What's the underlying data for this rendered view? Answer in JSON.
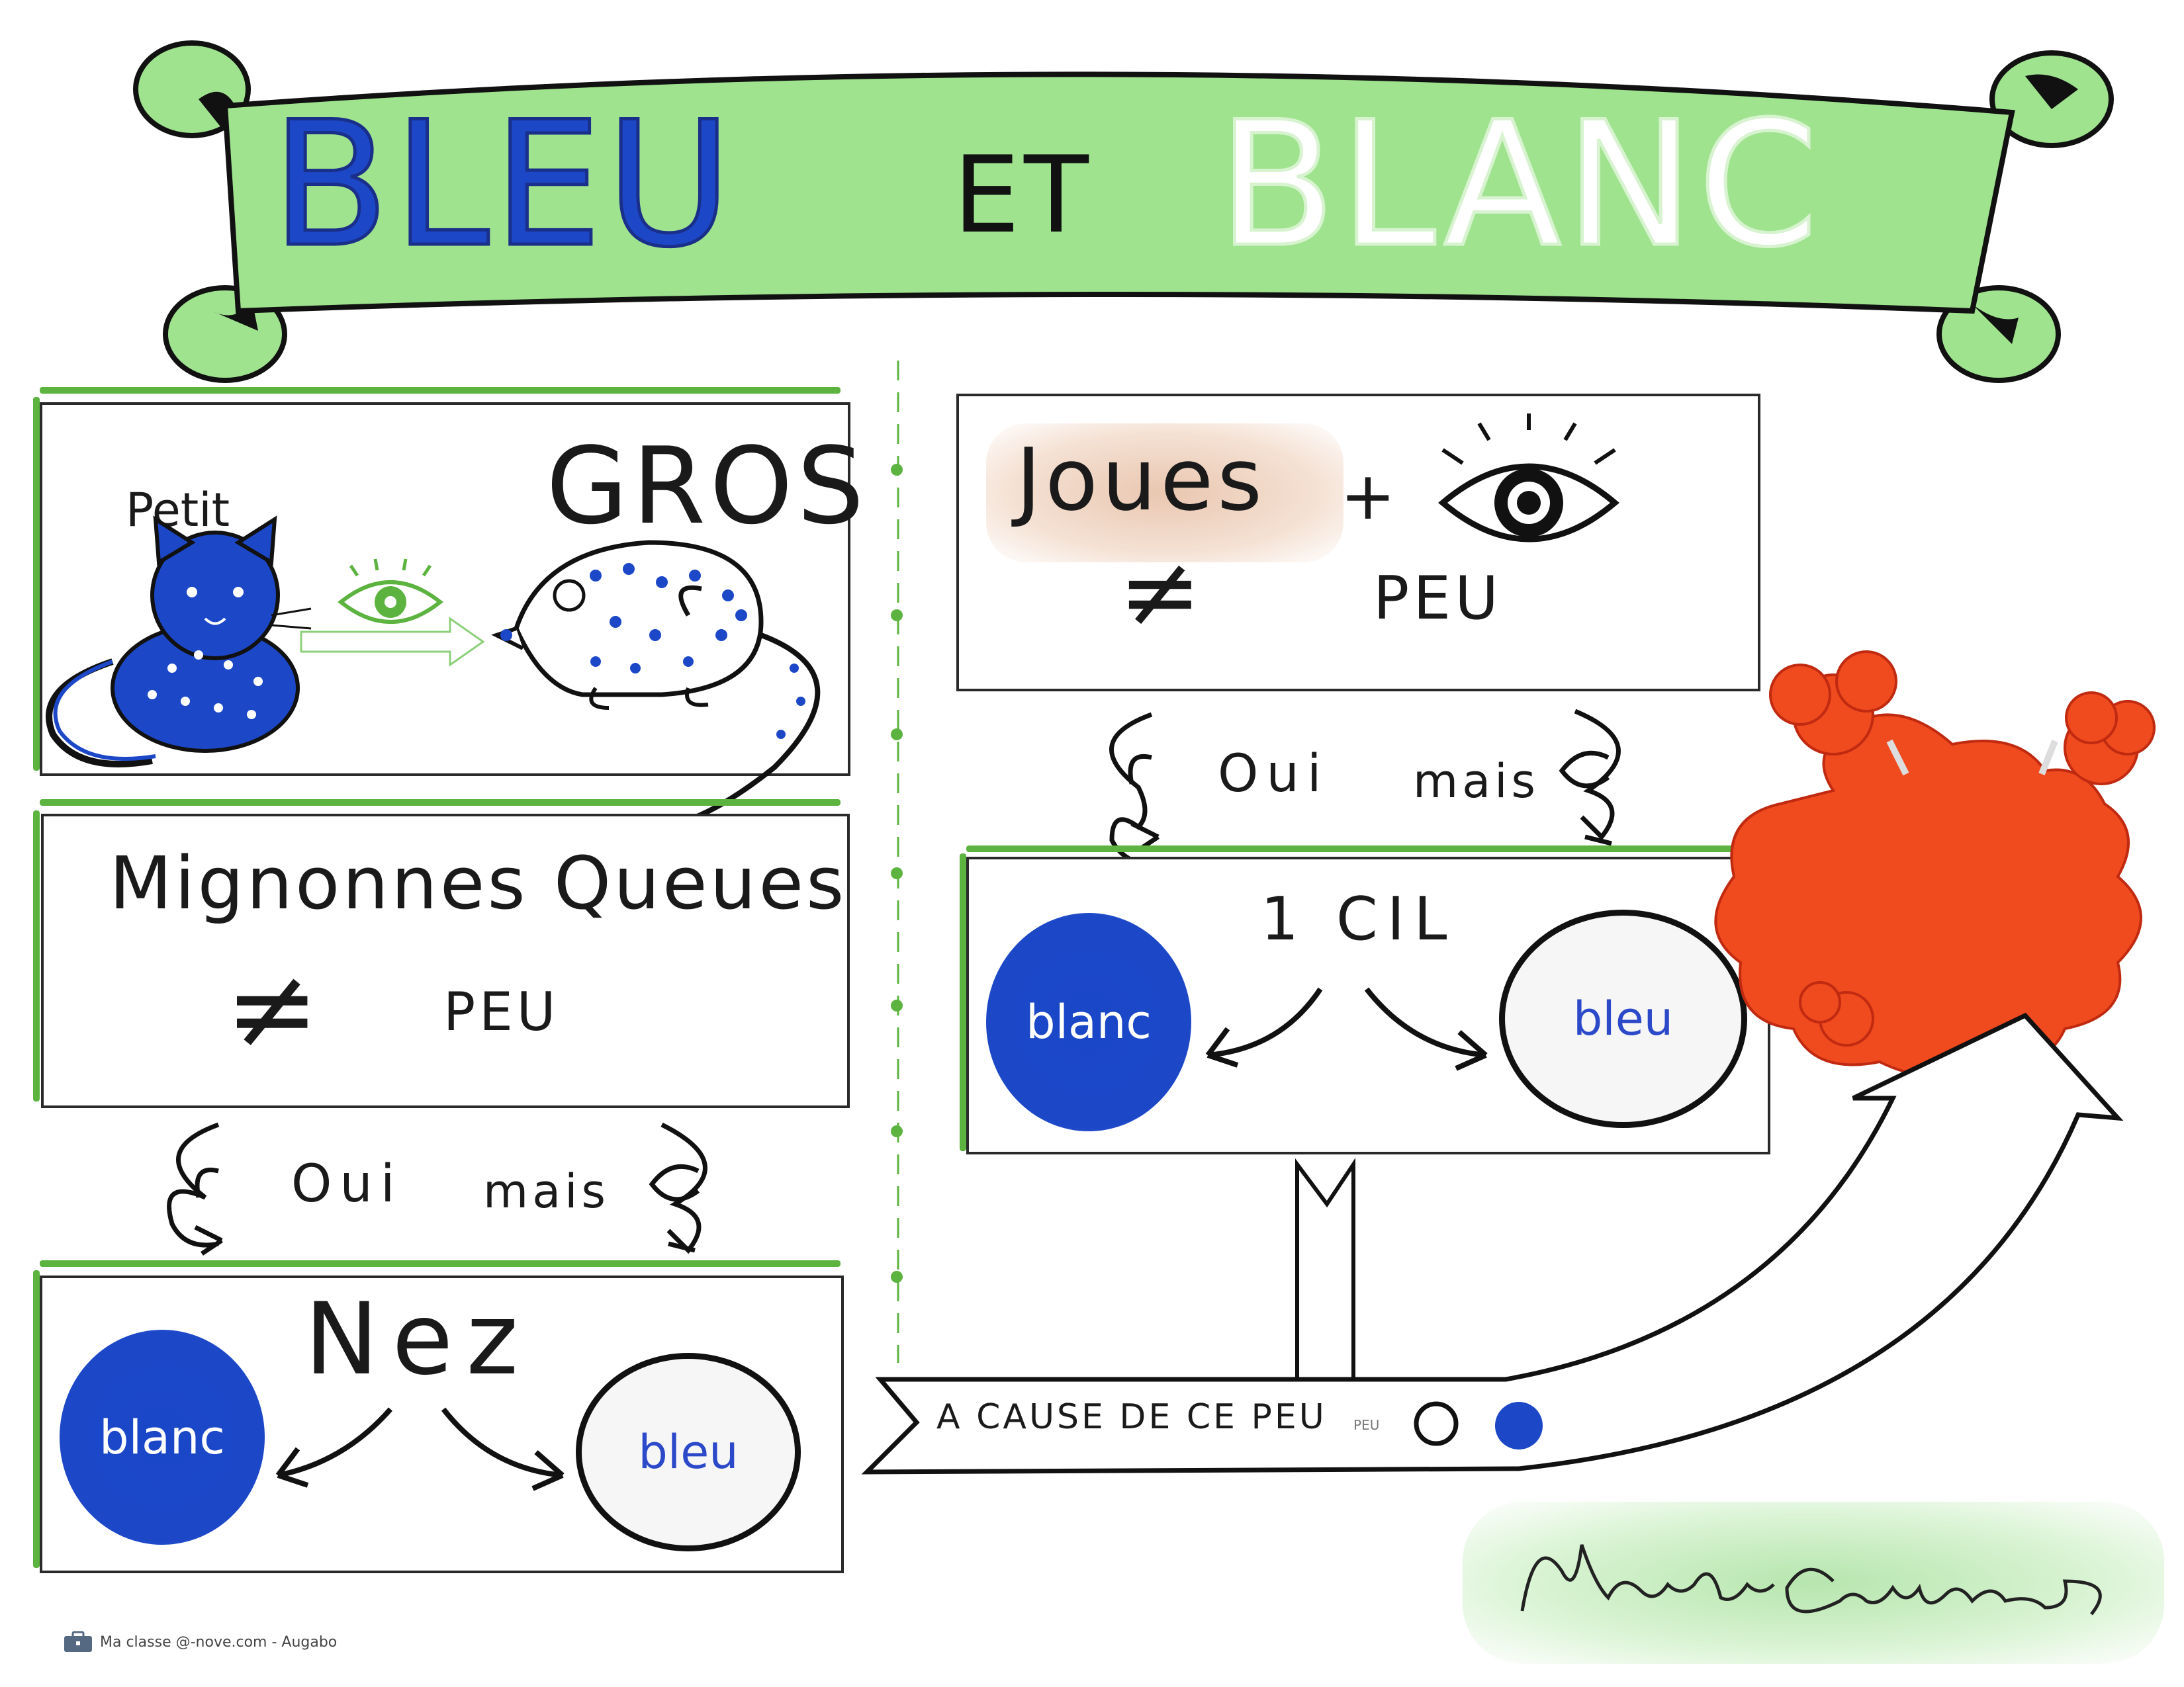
{
  "title": {
    "word1": "BLEU",
    "word2": "ET",
    "word3": "BLANC"
  },
  "panel_cat_mouse": {
    "petit_label": "Petit",
    "gros_label": "GROS"
  },
  "panel_tails": {
    "line1": "Mignonnes Queues",
    "neq_symbol": "≠",
    "line2": "PEU"
  },
  "bridge_left": {
    "oui": "Oui",
    "mais": "mais"
  },
  "panel_nez": {
    "heading": "Nez",
    "blanc_label": "blanc",
    "bleu_label": "bleu"
  },
  "panel_joues": {
    "line1": "Joues",
    "plus": "+",
    "neq_symbol": "≠",
    "line2": "PEU"
  },
  "bridge_right": {
    "oui": "Oui",
    "mais": "mais"
  },
  "panel_cil": {
    "heading": "1 CIL",
    "blanc_label": "blanc",
    "bleu_label": "bleu"
  },
  "banner": {
    "main_text": "A CAUSE DE CE PEU",
    "small_text": "PEU"
  },
  "colors": {
    "blue": "#1c48c8",
    "green": "#5cb33f",
    "banner_green": "#9fe38f",
    "red": "#f04a1f"
  },
  "footer": {
    "credit": "Ma classe @-nove.com - Augabo"
  }
}
